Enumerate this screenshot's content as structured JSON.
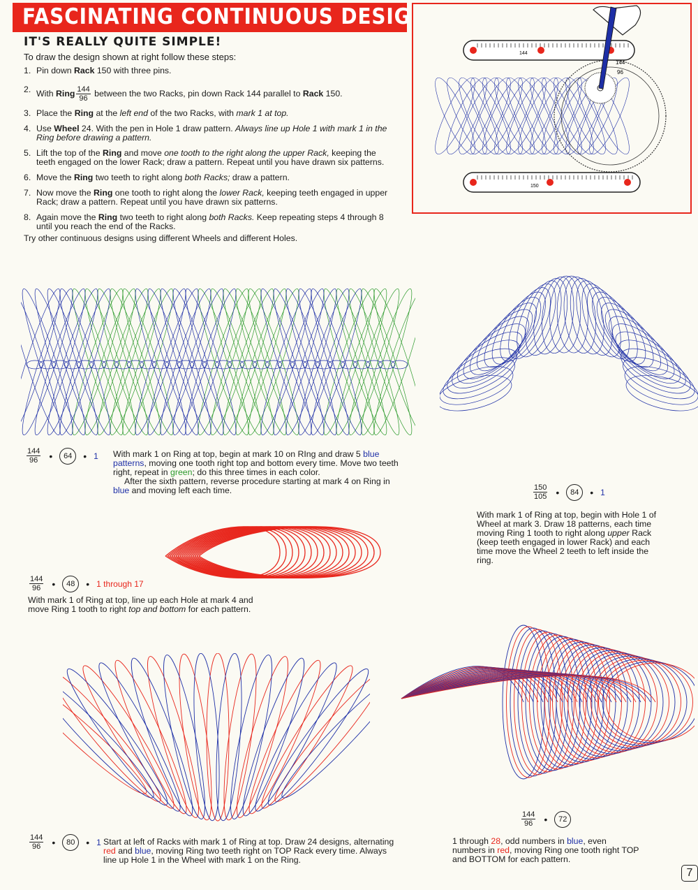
{
  "page": {
    "title": "FASCINATING CONTINUOUS DESIGNS",
    "subtitle": "IT'S REALLY QUITE SIMPLE!",
    "intro": "To draw the design shown at right follow these steps:",
    "steps": [
      {
        "n": "1.",
        "a": "Pin down ",
        "b": "Rack",
        "c": " 150 with three pins."
      },
      {
        "n": "2.",
        "a": "With ",
        "b": "Ring",
        "num": "144",
        "den": "96",
        "c": " between the two Racks, pin down Rack 144 parallel to ",
        "d": "Rack",
        "e": " 150."
      },
      {
        "n": "3.",
        "a": "Place the ",
        "b": "Ring",
        "c": " at the ",
        "i1": "left end",
        "d": " of the two Racks, with ",
        "i2": "mark 1 at top."
      },
      {
        "n": "4.",
        "a": "Use ",
        "b": "Wheel",
        "c": " 24. With the pen in Hole 1 draw pattern. ",
        "i1": "Always line up Hole 1 with mark 1 in the Ring before drawing a pattern."
      },
      {
        "n": "5.",
        "a": "Lift the top of the ",
        "b": "Ring",
        "c": " and move ",
        "i1": "one tooth to the right along the upper Rack,",
        "d": " keeping the teeth engaged on the lower Rack; draw a pattern. Repeat until you have drawn six patterns."
      },
      {
        "n": "6.",
        "a": "Move the ",
        "b": "Ring",
        "c": " two teeth to right along ",
        "i1": "both Racks;",
        "d": " draw a pattern."
      },
      {
        "n": "7.",
        "a": "Now move the ",
        "b": "Ring",
        "c": " one tooth to right along the ",
        "i1": "lower Rack,",
        "d": " keeping teeth engaged in upper Rack; draw a pattern. Repeat until you have drawn six patterns."
      },
      {
        "n": "8.",
        "a": "Again move the ",
        "b": "Ring",
        "c": " two teeth to right along ",
        "i1": "both Racks.",
        "d": " Keep repeating steps 4 through 8 until you reach the end of the Racks."
      }
    ],
    "try_text": "Try other continuous designs using different Wheels and different Holes.",
    "page_number": "7"
  },
  "illustration": {
    "rack_top": "144",
    "rack_bottom": "150",
    "ring_num": "144",
    "ring_den": "96"
  },
  "designs": [
    {
      "num": "144",
      "den": "96",
      "wheel": "64",
      "hole": "1",
      "p1": "With mark 1 on Ring at top, begin at mark 10 on RIng and draw 5 ",
      "c1": "blue patterns",
      "p2": ", moving one tooth right top and bottom every time. Move two teeth right, repeat in ",
      "c2": "green",
      "p3": "; do this three times in each color.",
      "q1": "After the sixth pattern, reverse procedure starting at mark 4 on Ring in ",
      "c3": "blue",
      "q2": " and moving left each time."
    },
    {
      "num": "150",
      "den": "105",
      "wheel": "84",
      "hole": "1",
      "p1": "With mark 1 of Ring at top, begin with Hole 1 of Wheel at mark 3. Draw 18 patterns, each time moving Ring 1 tooth to right along ",
      "i1": "upper",
      "p2": " Rack (keep teeth engaged in lower Rack) and each time move the Wheel 2 teeth to left inside the ring."
    },
    {
      "num": "144",
      "den": "96",
      "wheel": "48",
      "hole": "1 through 17",
      "p1": "With mark 1 of Ring at top, line up each Hole at mark 4 and move Ring 1 tooth to right ",
      "i1": "top and bottom",
      "p2": " for each pattern."
    },
    {
      "num": "144",
      "den": "96",
      "wheel": "80",
      "hole": "1",
      "p1": "Start at left of Racks with mark 1 of Ring at top. Draw 24 designs, alternating ",
      "c1": "red",
      "p2": " and ",
      "c2": "blue",
      "p3": ", moving Ring two teeth right on TOP Rack every time. Always line up Hole 1 in the Wheel with mark 1 on the Ring."
    },
    {
      "num": "144",
      "den": "96",
      "wheel": "72",
      "p1": "1 through ",
      "c1": "28",
      "p2": ", odd numbers in ",
      "c2": "blue",
      "p3": ", even numbers in ",
      "c3": "red",
      "p4": ", moving Ring one tooth right TOP and BOTTOM for each pattern."
    }
  ],
  "colors": {
    "red": "#e8261c",
    "blue": "#1e2fa6",
    "green": "#2c9a2c"
  }
}
